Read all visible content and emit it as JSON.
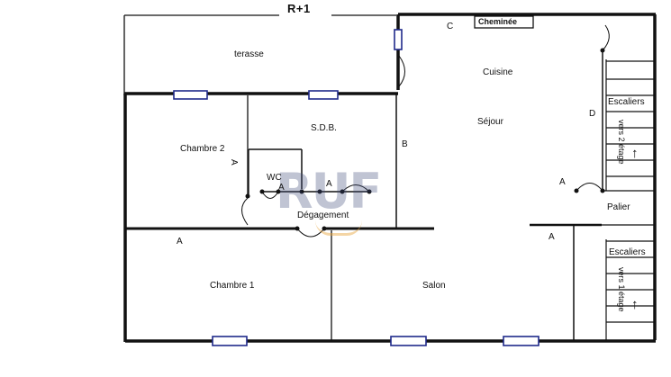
{
  "floor_label": "R+1",
  "rooms": {
    "terrace": "terasse",
    "bedroom2": "Chambre 2",
    "bathroom": "S.D.B.",
    "wc": "WC",
    "hallway": "Dégagement",
    "bedroom1": "Chambre 1",
    "living": "Salon",
    "kitchen": "Cuisine",
    "dining": "Séjour",
    "landing": "Palier",
    "fireplace": "Cheminée"
  },
  "stairs": {
    "upper_label": "Escaliers",
    "upper_direction": "vers 2 étage",
    "lower_label": "Escaliers",
    "lower_direction": "vers 1 étage",
    "arrow": "↑"
  },
  "markers": {
    "a": "A",
    "b": "B",
    "c": "C",
    "d": "D"
  },
  "watermark": "RUF",
  "colors": {
    "wall": "#111111",
    "window": "#1f2a8a",
    "watermark": "#3d4a7a",
    "watermark_accent": "#e8a33a"
  }
}
